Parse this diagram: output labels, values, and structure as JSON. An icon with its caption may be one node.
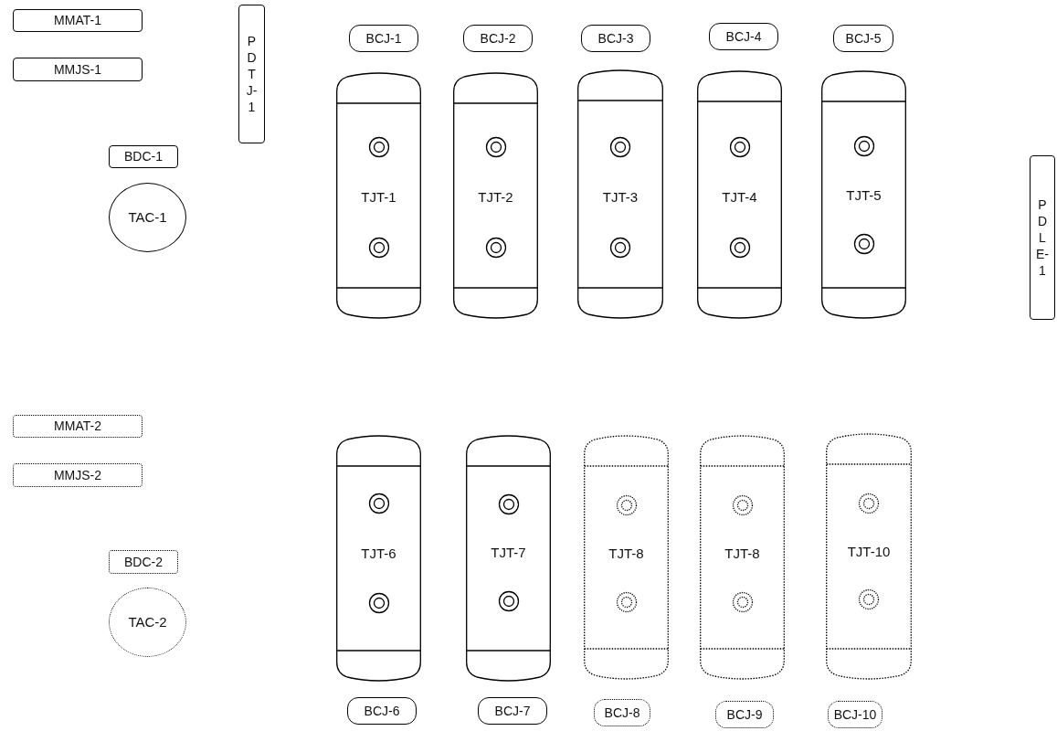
{
  "diagram": {
    "nodes": [
      {
        "text": [
          "MMAT-1"
        ]
      },
      {
        "text": [
          "MMJS-1"
        ]
      },
      {
        "text": [
          "PDTJ-1"
        ]
      },
      {
        "text": [
          "BDC-1"
        ]
      },
      {
        "text": [
          "TAC-1"
        ]
      },
      {
        "text": [
          "BCJ-1"
        ]
      },
      {
        "text": [
          "BCJ-2"
        ]
      },
      {
        "text": [
          "BCJ-3"
        ]
      },
      {
        "text": [
          "BCJ-4"
        ]
      },
      {
        "text": [
          "BCJ-5"
        ]
      },
      {
        "text": [
          "TJT-1"
        ]
      },
      {
        "text": [
          "TJT-2"
        ]
      },
      {
        "text": [
          "TJT-3"
        ]
      },
      {
        "text": [
          "TJT-4"
        ]
      },
      {
        "text": [
          "TJT-5"
        ]
      },
      {
        "text": [
          "PDLE-1"
        ]
      },
      {
        "text": [
          "MMAT-2"
        ]
      },
      {
        "text": [
          "MMJS-2"
        ]
      },
      {
        "text": [
          "BDC-2"
        ]
      },
      {
        "text": [
          "TAC-2"
        ]
      },
      {
        "text": [
          "TJT-6"
        ]
      },
      {
        "text": [
          "TJT-7"
        ]
      },
      {
        "text": [
          "TJT-8"
        ]
      },
      {
        "text": [
          "TJT-8"
        ]
      },
      {
        "text": [
          "TJT-10"
        ]
      },
      {
        "text": [
          "BCJ-6"
        ]
      },
      {
        "text": [
          "BCJ-7"
        ]
      },
      {
        "text": [
          "BCJ-8"
        ]
      },
      {
        "text": [
          "BCJ-9"
        ]
      },
      {
        "text": [
          "BCJ-10"
        ]
      }
    ]
  }
}
